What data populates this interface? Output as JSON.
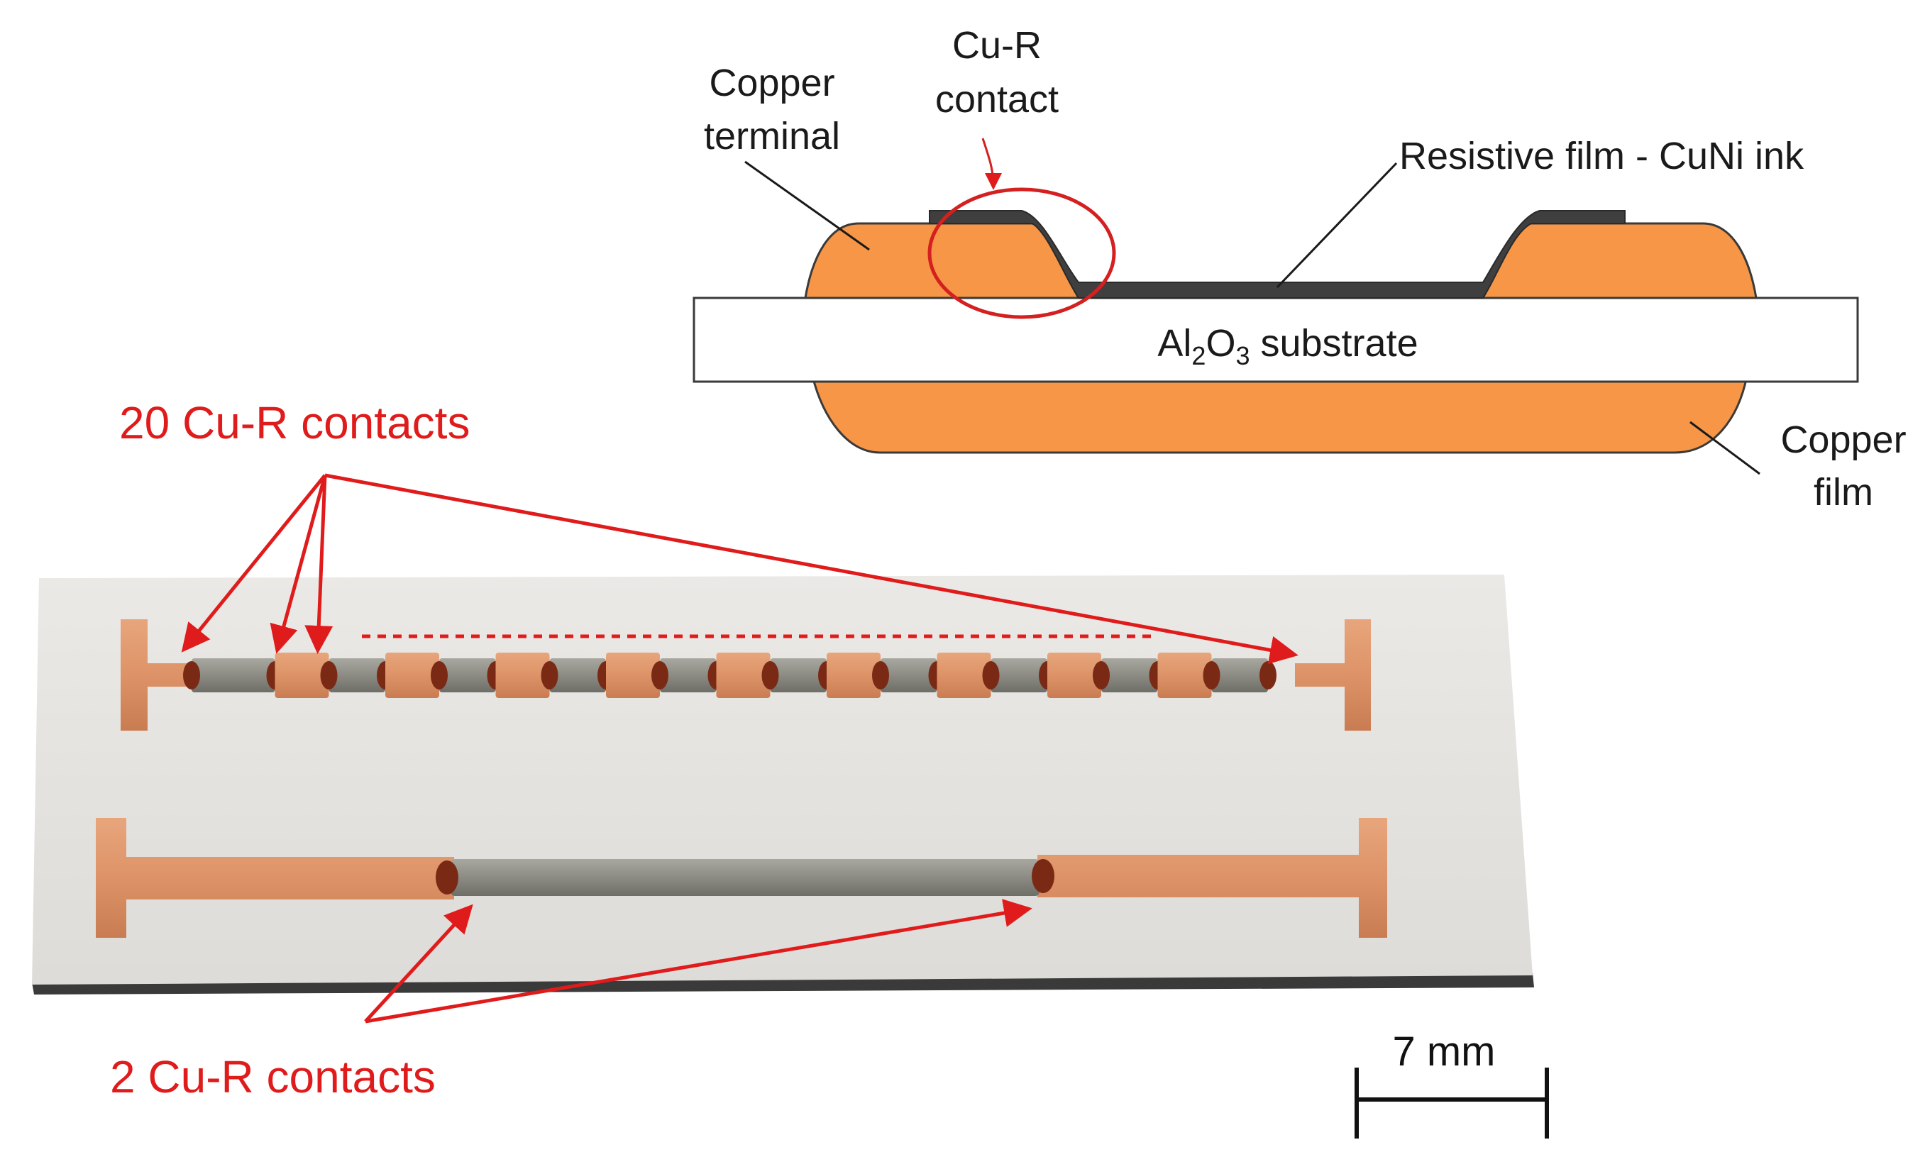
{
  "cross_section": {
    "label_cu_r_contact_line1": "Cu-R",
    "label_cu_r_contact_line2": "contact",
    "label_copper_terminal_line1": "Copper",
    "label_copper_terminal_line2": "terminal",
    "label_resistive_film": "Resistive film - CuNi ink",
    "substrate_main": "Al",
    "substrate_sub1": "2",
    "substrate_mid": "O",
    "substrate_sub2": "3",
    "substrate_tail": " substrate",
    "label_copper_film_line1": "Copper",
    "label_copper_film_line2": "film"
  },
  "photo": {
    "label_20_contacts": "20 Cu-R contacts",
    "label_2_contacts": "2 Cu-R contacts",
    "scale_bar_label": "7 mm"
  },
  "colors": {
    "copper_diagram": "#f79646",
    "copper_photo": "#dd9468",
    "resistive_film": "#404040",
    "substrate_photo": "#e8e6e2",
    "annotation_red": "#e01b1b"
  }
}
